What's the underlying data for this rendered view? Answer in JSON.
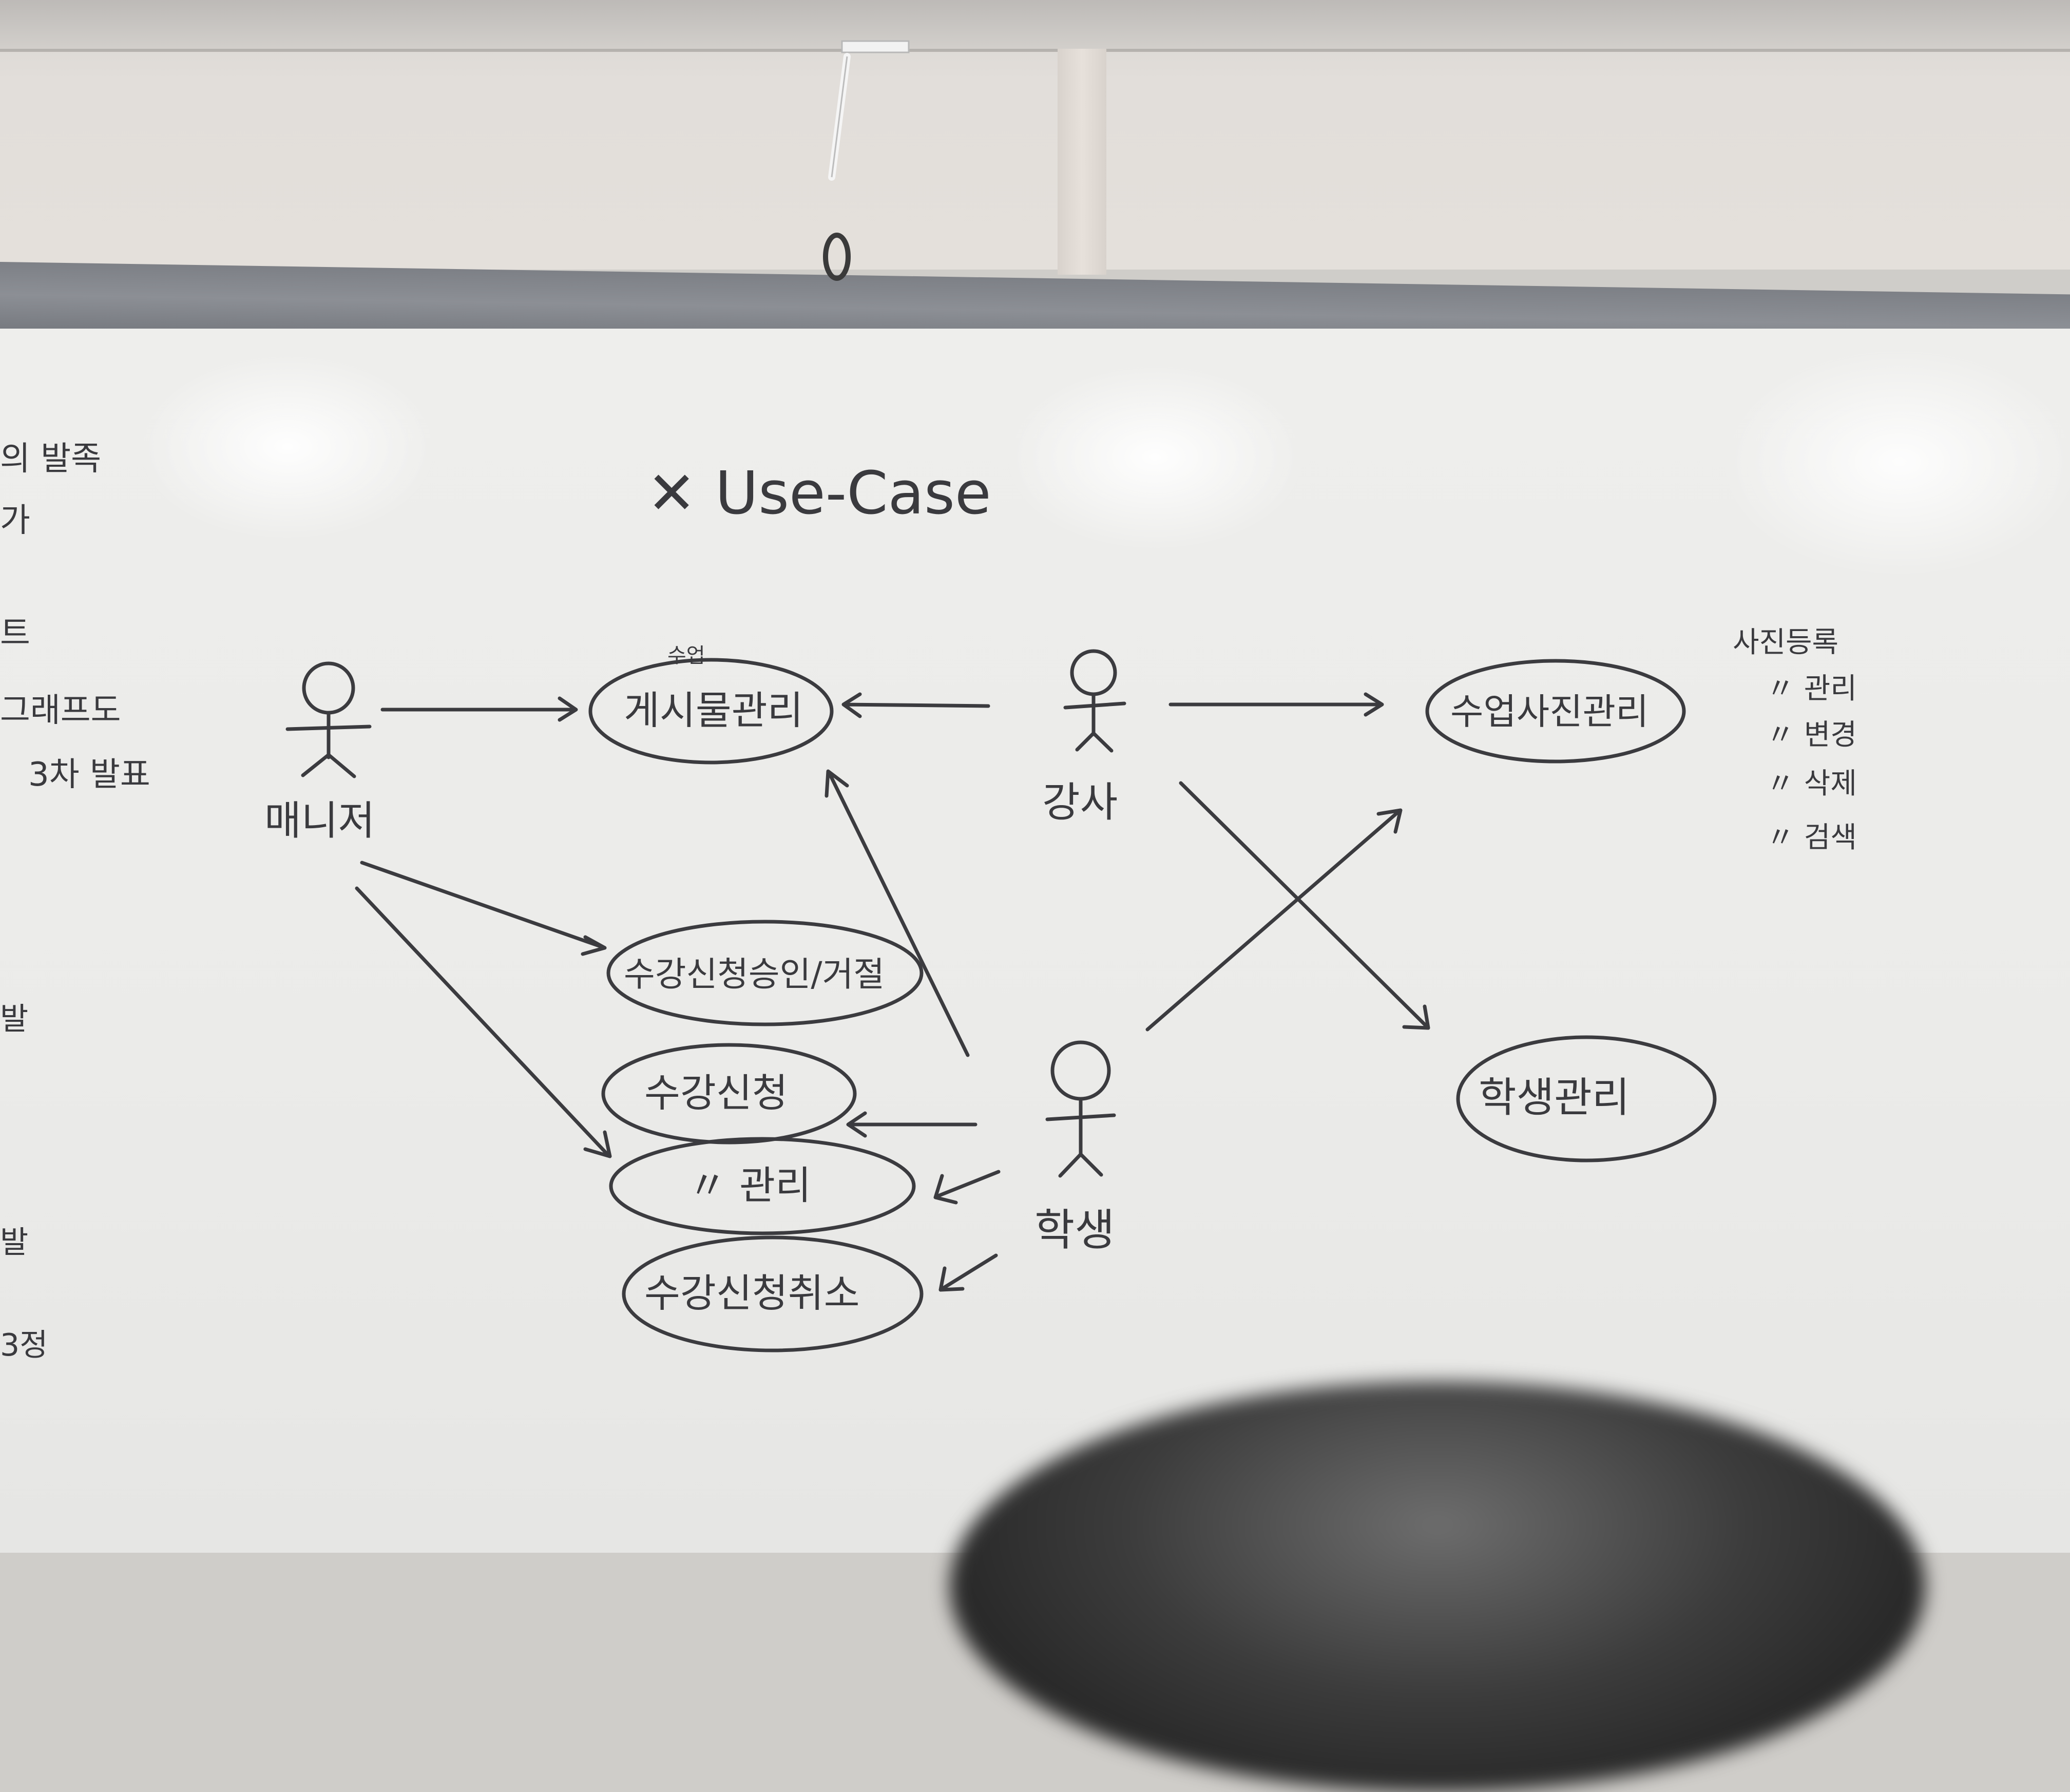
{
  "board": {
    "title": "✕ Use-Case"
  },
  "actors": {
    "manager": "매니저",
    "instructor": "강사",
    "student": "학생"
  },
  "use_cases": {
    "board_post_manage": "게시물관리",
    "board_post_manage_note": "수업",
    "class_photo_manage": "수업사진관리",
    "enrollment_approve": "수강신청승인/거절",
    "enrollment_apply": "수강신청",
    "enrollment_manage": "〃 관리",
    "enrollment_cancel": "수강신청취소",
    "student_manage": "학생관리"
  },
  "side_notes": {
    "photo_crud": [
      "사진등록",
      "〃 관리",
      "〃 변경",
      "〃 삭제",
      "〃 검색"
    ],
    "left_margin": [
      "의 발족",
      "가",
      "트",
      "그래프도",
      "3차 발표",
      "발",
      "발",
      "3정"
    ]
  },
  "colors": {
    "ink": "#3b3b3f",
    "board": "#ececea",
    "rail": "#80838a"
  }
}
